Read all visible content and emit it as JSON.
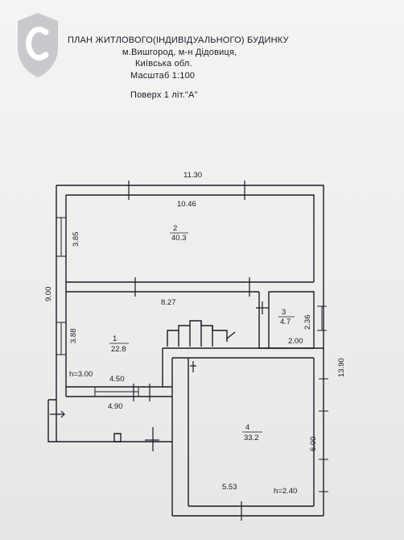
{
  "header": {
    "title": "ПЛАН ЖИТЛОВОГО(ІНДИВІДУАЛЬНОГО)  БУДИНКУ",
    "address_line1": "м.Вишгород, м-н Дідовиця,",
    "address_line2": "Київська обл.",
    "scale": "Масштаб  1:100",
    "floor_label": "Поверх    1    літ.\"А\""
  },
  "logo": {
    "icon": "shield-c-logo",
    "color": "#c8c8cc"
  },
  "dimensions": {
    "top_overall": "11.30",
    "top_inner": "10.46",
    "left_upper": "3.85",
    "left_overall": "9.00",
    "middle_width": "8.27",
    "left_middle": "3.88",
    "ceiling_left": "h=3.00",
    "lower_left_width": "4.50",
    "porch_width": "4.90",
    "right_small": "2.36",
    "small_room_width": "2.00",
    "right_overall": "13.90",
    "room4_height": "6.00",
    "room4_width": "5.53",
    "ceiling_right": "h=2.40"
  },
  "rooms": [
    {
      "number": "2",
      "area": "40.3"
    },
    {
      "number": "1",
      "area": "22.8"
    },
    {
      "number": "3",
      "area": "4.7"
    },
    {
      "number": "4",
      "area": "33.2"
    }
  ],
  "colors": {
    "ink": "#1b1b2b",
    "paper": "#efefed"
  }
}
